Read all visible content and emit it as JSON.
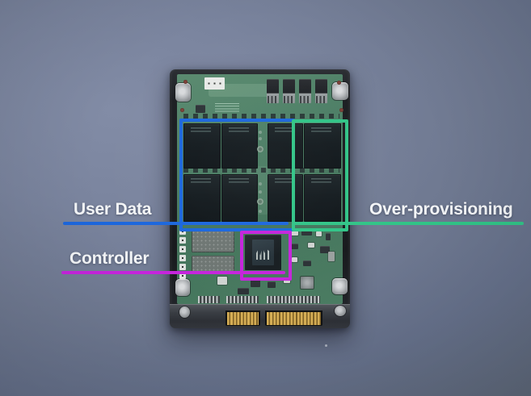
{
  "annotations": {
    "user_data": {
      "label": "User Data",
      "color": "#1c67dd"
    },
    "over_provisioning": {
      "label": "Over-provisioning",
      "color": "#31c487"
    },
    "controller": {
      "label": "Controller",
      "color": "#c524dc"
    }
  },
  "palette": {
    "background_light": "#828ca6",
    "background_dark": "#566070",
    "label_text": "#f3f5f7",
    "drive_body": "#17191c",
    "pcb_green": "#4d7f66",
    "nand_chip": "#141b1f",
    "controller_die": "#2e3b42",
    "dram_chip": "#6e7673",
    "sata_gold": "#d6ae55"
  }
}
